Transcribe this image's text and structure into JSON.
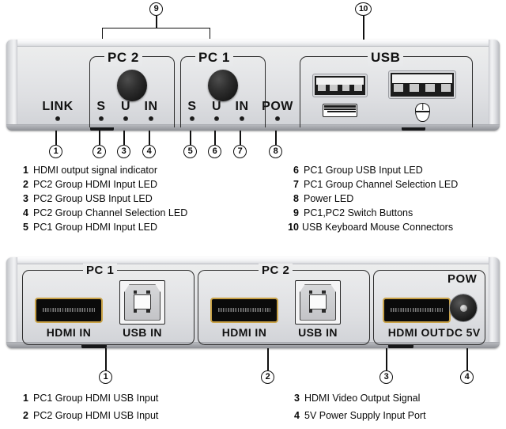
{
  "front_panel": {
    "link_label": "LINK",
    "pow_label": "POW",
    "groups": [
      {
        "title": "PC 2",
        "leds": [
          "S",
          "U",
          "IN"
        ]
      },
      {
        "title": "PC 1",
        "leds": [
          "S",
          "U",
          "IN"
        ]
      }
    ],
    "usb_group_title": "USB",
    "usb_port_icons": [
      "keyboard-icon",
      "mouse-icon"
    ],
    "callouts": [
      {
        "num": "1",
        "target": "link-led"
      },
      {
        "num": "2",
        "target": "pc2-s-led"
      },
      {
        "num": "3",
        "target": "pc2-u-led"
      },
      {
        "num": "4",
        "target": "pc2-in-led"
      },
      {
        "num": "5",
        "target": "pc1-s-led"
      },
      {
        "num": "6",
        "target": "pc1-u-led"
      },
      {
        "num": "7",
        "target": "pc1-in-led"
      },
      {
        "num": "8",
        "target": "pow-led"
      },
      {
        "num": "9",
        "target": "switch-buttons"
      },
      {
        "num": "10",
        "target": "usb-connectors"
      }
    ]
  },
  "front_legend": {
    "left": [
      {
        "num": "1",
        "text": "HDMI output signal indicator"
      },
      {
        "num": "2",
        "text": "PC2 Group HDMI Input LED"
      },
      {
        "num": "3",
        "text": "PC2 Group USB Input LED"
      },
      {
        "num": "4",
        "text": "PC2 Group Channel Selection LED"
      },
      {
        "num": "5",
        "text": "PC1 Group HDMI Input LED"
      }
    ],
    "right": [
      {
        "num": "6",
        "text": "PC1 Group USB Input LED"
      },
      {
        "num": "7",
        "text": "PC1 Group Channel Selection LED"
      },
      {
        "num": "8",
        "text": "Power LED"
      },
      {
        "num": "9",
        "text": "PC1,PC2 Switch Buttons"
      },
      {
        "num": "10",
        "text": "USB Keyboard Mouse Connectors"
      }
    ]
  },
  "rear_panel": {
    "groups": [
      {
        "title": "PC 1",
        "ports": [
          "HDMI IN",
          "USB IN"
        ]
      },
      {
        "title": "PC 2",
        "ports": [
          "HDMI IN",
          "USB IN"
        ]
      }
    ],
    "output_group": {
      "title": "POW",
      "ports": [
        "HDMI OUT",
        "DC 5V"
      ]
    },
    "labels": {
      "pc1_title": "PC 1",
      "pc2_title": "PC 2",
      "pow_title": "POW",
      "hdmi_in_1": "HDMI IN",
      "usb_in_1": "USB IN",
      "hdmi_in_2": "HDMI IN",
      "usb_in_2": "USB IN",
      "hdmi_out": "HDMI OUT",
      "dc_5v": "DC 5V"
    },
    "callouts": [
      {
        "num": "1",
        "target": "pc1-group"
      },
      {
        "num": "2",
        "target": "pc2-group"
      },
      {
        "num": "3",
        "target": "hdmi-out"
      },
      {
        "num": "4",
        "target": "dc-jack"
      }
    ]
  },
  "rear_legend": {
    "left": [
      {
        "num": "1",
        "text": "PC1 Group HDMI USB Input"
      },
      {
        "num": "2",
        "text": "PC2 Group HDMI USB Input"
      }
    ],
    "right": [
      {
        "num": "3",
        "text": "HDMI Video Output Signal"
      },
      {
        "num": "4",
        "text": "5V Power Supply Input Port"
      }
    ]
  },
  "colors": {
    "line": "#101010",
    "text": "#0a0a0a",
    "chassis_light": "#eceded",
    "chassis_dark": "#a7a9ae",
    "hdmi_gold": "#c9a247",
    "led_black": "#1a1a1a"
  }
}
